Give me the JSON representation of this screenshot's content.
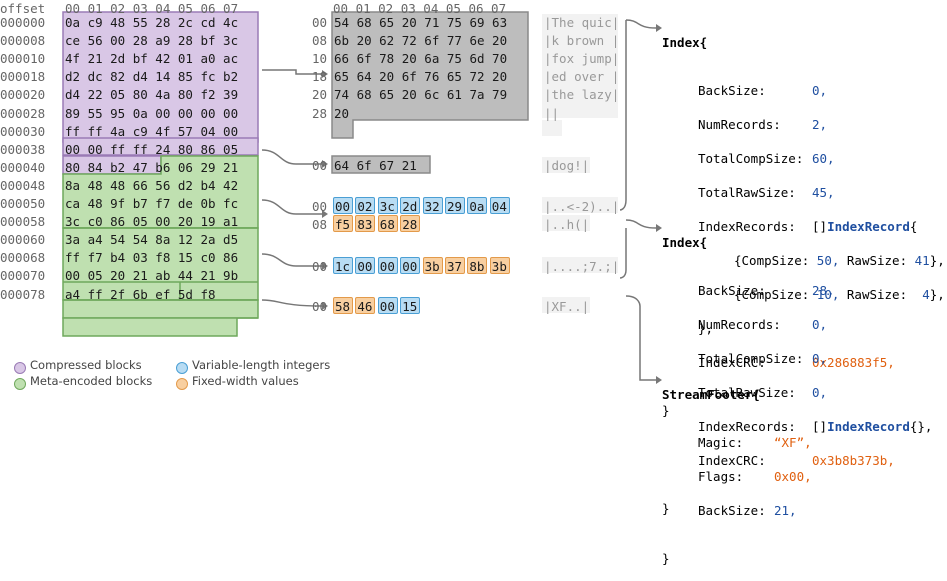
{
  "header": {
    "offset_label": "offset",
    "cols": "00 01 02 03 04 05 06 07"
  },
  "left": {
    "offsets": [
      "000000",
      "000008",
      "000010",
      "000018",
      "000020",
      "000028",
      "000030",
      "000038",
      "000040",
      "000048",
      "000050",
      "000058",
      "000060",
      "000068",
      "000070",
      "000078"
    ],
    "rows": [
      "0a c9 48 55 28 2c cd 4c",
      "ce 56 00 28 a9 28 bf 3c",
      "4f 21 2d bf 42 01 a0 ac",
      "d2 dc 82 d4 14 85 fc b2",
      "d4 22 05 80 4a 80 f2 39",
      "89 55 95 0a 00 00 00 00",
      "ff ff 4a c9 4f 57 04 00",
      "00 00 ff ff 24 80 86 05",
      "80 84 b2 47 b6 06 29 21",
      "8a 48 48 66 56 d2 b4 42",
      "ca 48 9f b7 f7 de 0b fc",
      "3c c0 86 05 00 20 19 a1",
      "3a a4 54 54 8a 12 2a d5",
      "ff f7 b4 03 f8 15 c0 86",
      "00 05 20 21 ab 44 21 9b",
      "a4 ff 2f 6b ef 5d f8"
    ]
  },
  "mid": {
    "block1": {
      "offsets": [
        "00",
        "08",
        "10",
        "18",
        "20",
        "28"
      ],
      "rows": [
        "54 68 65 20 71 75 69 63",
        "6b 20 62 72 6f 77 6e 20",
        "66 6f 78 20 6a 75 6d 70",
        "65 64 20 6f 76 65 72 20",
        "74 68 65 20 6c 61 7a 79",
        "20"
      ],
      "ascii": [
        "The quic",
        "k brown ",
        "fox jump",
        "ed over ",
        "the lazy",
        ""
      ]
    },
    "block2": {
      "offset": "00",
      "bytes": [
        "64",
        "6f",
        "67",
        "21"
      ],
      "ascii": "dog!"
    },
    "block3": {
      "offsets": [
        "00",
        "08"
      ],
      "row1": [
        "00",
        "02",
        "3c",
        "2d",
        "32",
        "29",
        "0a",
        "04"
      ],
      "row2": [
        "f5",
        "83",
        "68",
        "28"
      ],
      "ascii": [
        "..<-2)..",
        "..h("
      ]
    },
    "block4": {
      "offset": "00",
      "varint": [
        "1c",
        "00",
        "00",
        "00"
      ],
      "fixed": [
        "3b",
        "37",
        "8b",
        "3b"
      ],
      "ascii": "....;7.;"
    },
    "block5": {
      "offset": "00",
      "fixed": [
        "58",
        "46"
      ],
      "varint": [
        "00",
        "15"
      ],
      "ascii": "XF.."
    }
  },
  "index1": {
    "title": "Index{",
    "fields": [
      {
        "k": "BackSize:",
        "v": "0,"
      },
      {
        "k": "NumRecords:",
        "v": "2,"
      },
      {
        "k": "TotalCompSize:",
        "v": "60,"
      },
      {
        "k": "TotalRawSize:",
        "v": "45,"
      }
    ],
    "records_key": "IndexRecords:",
    "records_type_prefix": "[]",
    "records_type": "IndexRecord",
    "records_open": "{",
    "rec1": {
      "a": "{CompSize:",
      "av": "50,",
      "b": "RawSize:",
      "bv": "41",
      "end": "},"
    },
    "rec2": {
      "a": "{CompSize:",
      "av": "10,",
      "b": "RawSize:",
      "bv": "4",
      "end": "},"
    },
    "records_close": "},",
    "crc_key": "IndexCRC:",
    "crc_val": "0x286883f5,",
    "close": "}"
  },
  "index2": {
    "title": "Index{",
    "fields": [
      {
        "k": "BackSize:",
        "v": "28,"
      },
      {
        "k": "NumRecords:",
        "v": "0,"
      },
      {
        "k": "TotalCompSize:",
        "v": "0,"
      },
      {
        "k": "TotalRawSize:",
        "v": "0,"
      }
    ],
    "records_key": "IndexRecords:",
    "records_type_prefix": "[]",
    "records_type": "IndexRecord",
    "records_tail": "{},",
    "crc_key": "IndexCRC:",
    "crc_val": "0x3b8b373b,",
    "close": "}"
  },
  "footer": {
    "title": "StreamFooter{",
    "magic_key": "Magic:",
    "magic_val": "“XF”,",
    "flags_key": "Flags:",
    "flags_val": "0x00,",
    "back_key": "BackSize:",
    "back_val": "21,",
    "close": "}"
  },
  "legend": {
    "compressed": "Compressed blocks",
    "meta": "Meta-encoded blocks",
    "varint": "Variable-length integers",
    "fixed": "Fixed-width values"
  },
  "colors": {
    "purple": "#d9c7e6",
    "purple_border": "#9a7bb5",
    "green": "#bfe0b0",
    "green_border": "#6fa85c",
    "gray": "#bdbdbd",
    "gray_border": "#8a8a8a",
    "blue": "#b8dcf3",
    "blue_border": "#4a9fd4",
    "orange": "#f8cfa0",
    "orange_border": "#e39a4a"
  }
}
